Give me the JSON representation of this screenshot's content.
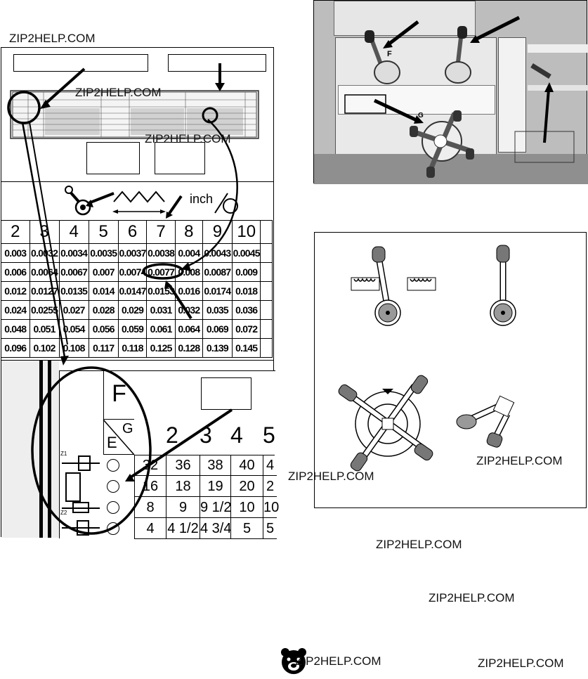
{
  "watermarks": [
    "ZIP2HELP.COM",
    "ZIP2HELP.COM",
    "ZIP2HELP.COM",
    "ZIP2HELP.COM",
    "ZIP2HELP.COM",
    "ZIP2HELP.COM",
    "ZIP2HELP.COM",
    "ZIP2HELP.COM",
    "ZIP2HELP.COM"
  ],
  "feed_chart": {
    "units_label": "inch",
    "columns": [
      "2",
      "3",
      "4",
      "5",
      "6",
      "7",
      "8",
      "9",
      "10"
    ],
    "rows": [
      [
        "0.003",
        "0.0032",
        "0.0034",
        "0.0035",
        "0.0037",
        "0.0038",
        "0.004",
        "0.0043",
        "0.0045"
      ],
      [
        "0.006",
        "0.0064",
        "0.0067",
        "0.007",
        "0.0074",
        "0.0077",
        "0.008",
        "0.0087",
        "0.009"
      ],
      [
        "0.012",
        "0.0127",
        "0.0135",
        "0.014",
        "0.0147",
        "0.0153",
        "0.016",
        "0.0174",
        "0.018"
      ],
      [
        "0.024",
        "0.0255",
        "0.027",
        "0.028",
        "0.029",
        "0.031",
        "0.032",
        "0.035",
        "0.036"
      ],
      [
        "0.048",
        "0.051",
        "0.054",
        "0.056",
        "0.059",
        "0.061",
        "0.064",
        "0.069",
        "0.072"
      ],
      [
        "0.096",
        "0.102",
        "0.108",
        "0.117",
        "0.118",
        "0.125",
        "0.128",
        "0.139",
        "0.145"
      ]
    ]
  },
  "gearbox_chart": {
    "f_label": "F",
    "e_label": "E",
    "g_label": "G",
    "columns": [
      "2",
      "3",
      "4",
      "5"
    ],
    "rows": [
      [
        "32",
        "36",
        "38",
        "40",
        "4"
      ],
      [
        "16",
        "18",
        "19",
        "20",
        "2"
      ],
      [
        "8",
        "9",
        "9 1/2",
        "10",
        "10"
      ],
      [
        "4",
        "4 1/2",
        "4 3/4",
        "5",
        "5"
      ]
    ],
    "gear_labels": [
      "Z1",
      "Z2"
    ]
  },
  "machine_photo": {
    "lever_letter": "F",
    "dial_letter": "G"
  }
}
